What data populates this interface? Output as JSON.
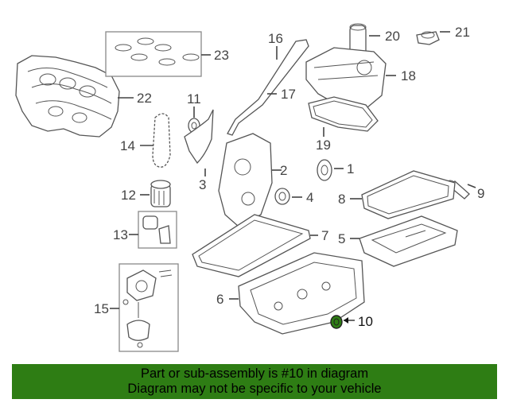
{
  "diagram": {
    "highlight_color": "#2e7d14",
    "labels": {
      "l1": "1",
      "l2": "2",
      "l3": "3",
      "l4": "4",
      "l5": "5",
      "l6": "6",
      "l7": "7",
      "l8": "8",
      "l9": "9",
      "l10": "10",
      "l11": "11",
      "l12": "12",
      "l13": "13",
      "l14": "14",
      "l15": "15",
      "l16": "16",
      "l17": "17",
      "l18": "18",
      "l19": "19",
      "l20": "20",
      "l21": "21",
      "l22": "22",
      "l23": "23"
    }
  },
  "banner": {
    "line1": "Part or sub-assembly is #10 in diagram",
    "line2": "Diagram may not be specific to your vehicle",
    "color": "#2e7d14"
  }
}
